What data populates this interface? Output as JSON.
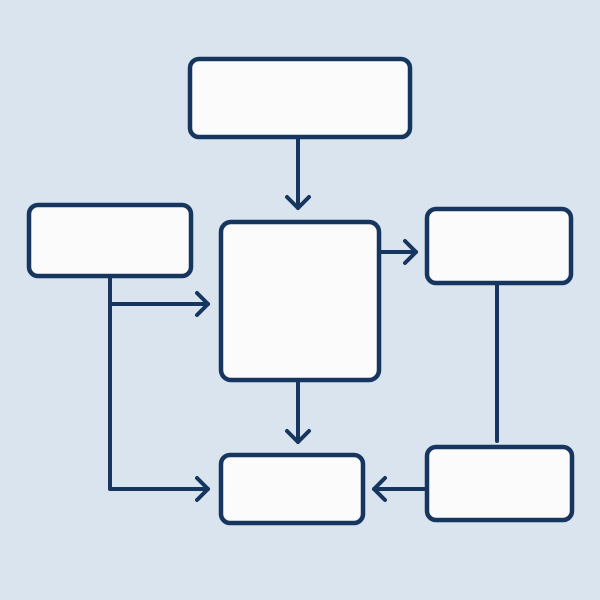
{
  "colors": {
    "background": "#d9e4ee",
    "node_fill": "#fbfbfb",
    "stroke": "#17365f"
  },
  "diagram": {
    "type": "flowchart",
    "nodes": [
      {
        "id": "top-box",
        "label": ""
      },
      {
        "id": "left-box",
        "label": ""
      },
      {
        "id": "center-box",
        "label": ""
      },
      {
        "id": "right-top-box",
        "label": ""
      },
      {
        "id": "bottom-center-box",
        "label": ""
      },
      {
        "id": "right-bottom-box",
        "label": ""
      }
    ],
    "edges": [
      {
        "id": "top-to-center",
        "from": "top-box",
        "to": "center-box",
        "directed": true
      },
      {
        "id": "left-to-center",
        "from": "left-box",
        "to": "center-box",
        "directed": true
      },
      {
        "id": "left-to-bottom-center",
        "from": "left-box",
        "to": "bottom-center-box",
        "directed": true
      },
      {
        "id": "center-to-right-top",
        "from": "center-box",
        "to": "right-top-box",
        "directed": true
      },
      {
        "id": "center-to-bottom-center",
        "from": "center-box",
        "to": "bottom-center-box",
        "directed": true
      },
      {
        "id": "right-top-to-right-bottom",
        "from": "right-top-box",
        "to": "right-bottom-box",
        "directed": false
      },
      {
        "id": "right-bottom-to-bottom-center",
        "from": "right-bottom-box",
        "to": "bottom-center-box",
        "directed": true
      }
    ]
  }
}
